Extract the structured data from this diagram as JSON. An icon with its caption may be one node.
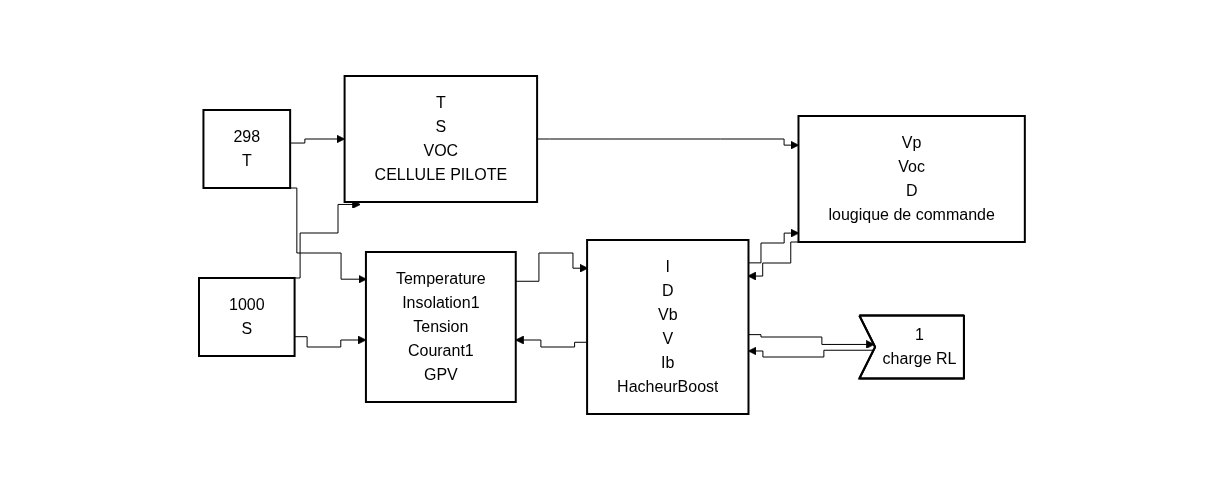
{
  "diagram": {
    "nodes": [
      {
        "text": [
          "298",
          "T"
        ]
      },
      {
        "text": [
          "1000",
          "S"
        ]
      },
      {
        "text": [
          "Temperature",
          "Insolation1",
          "Tension",
          "Courant1",
          "GPV"
        ]
      },
      {
        "text": [
          "T",
          "S",
          "VOC",
          "CELLULE PILOTE"
        ]
      },
      {
        "text": [
          "Vp",
          "Voc",
          "D",
          "lougique de commande"
        ]
      },
      {
        "text": [
          "I",
          "D",
          "Vb",
          "V",
          "Ib",
          "HacheurBoost"
        ]
      },
      {
        "text": [
          "1",
          "charge RL"
        ]
      }
    ],
    "edges": [
      {
        "from": 0,
        "to": 2,
        "arrow": "to"
      },
      {
        "from": 1,
        "to": 2,
        "arrow": "to"
      },
      {
        "from": 0,
        "to": 3,
        "arrow": "to"
      },
      {
        "from": 1,
        "to": 3,
        "arrow": "to"
      },
      {
        "from": 2,
        "to": 5,
        "arrow": "to"
      },
      {
        "from": 3,
        "to": 4,
        "arrow": "to"
      },
      {
        "from": 4,
        "to": 5,
        "arrow": "to"
      },
      {
        "from": 5,
        "to": 2,
        "arrow": "to"
      },
      {
        "from": 5,
        "to": 4,
        "arrow": "to"
      },
      {
        "from": 5,
        "to": 6,
        "arrow": "to"
      },
      {
        "from": 6,
        "to": 5,
        "arrow": "to"
      }
    ]
  }
}
